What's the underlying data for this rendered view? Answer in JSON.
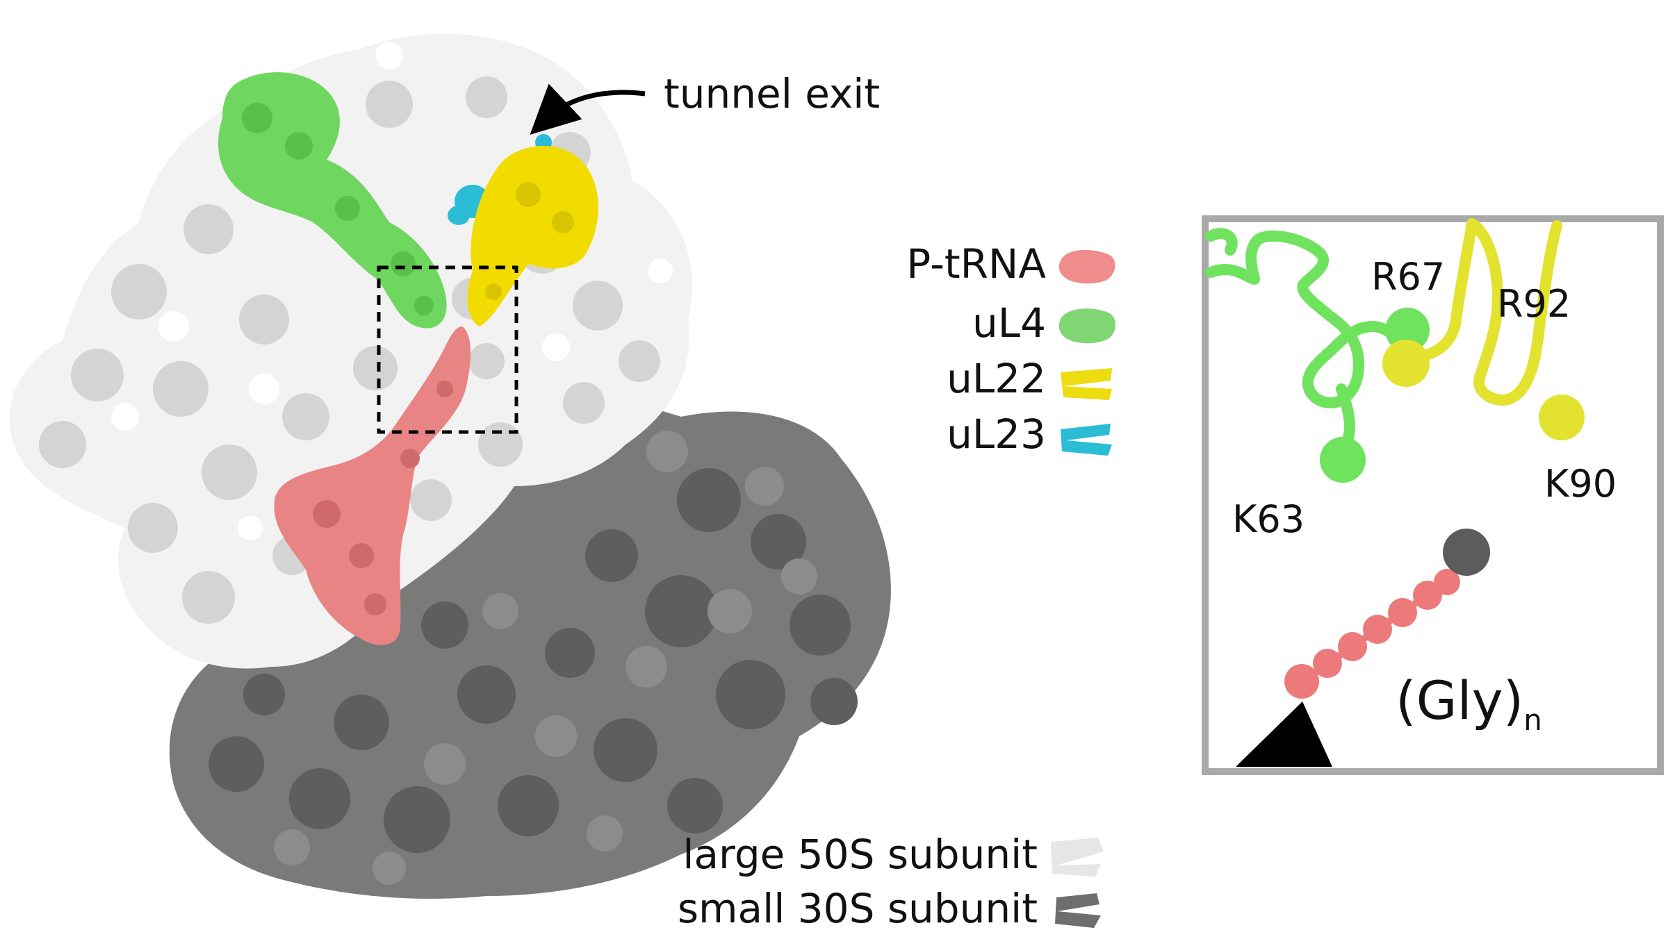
{
  "annotation": {
    "tunnel_exit": "tunnel exit"
  },
  "legend_top": [
    {
      "label": "P-tRNA",
      "color": "#ef8c8c"
    },
    {
      "label": "uL4",
      "color": "#7fd672"
    },
    {
      "label": "uL22",
      "color": "#ecdc10"
    },
    {
      "label": "uL23",
      "color": "#2bbcd6"
    }
  ],
  "legend_bottom": [
    {
      "label": "large 50S subunit",
      "color": "#e6e6e6"
    },
    {
      "label": "small 30S subunit",
      "color": "#6e6e6e"
    }
  ],
  "inset": {
    "residues": {
      "r67": "R67",
      "k63": "K63",
      "r92": "R92",
      "k90": "K90"
    },
    "peptide": {
      "main": "(Gly)",
      "sub": "n"
    }
  },
  "colors": {
    "large_subunit": "#f2f2f2",
    "large_subunit_shade": "#d4d4d4",
    "small_subunit": "#7a7a7a",
    "small_subunit_shade": "#5e5e5e",
    "uL4": "#6fd660",
    "uL22": "#f2dc00",
    "uL23": "#2bbcd6",
    "ptrna": "#e88484",
    "inset_border": "#a9a9a9",
    "inset_green": "#6fe25e",
    "inset_yellow": "#e3e22e",
    "inset_pink": "#ec7a7a",
    "inset_dark": "#5c5c5c"
  }
}
